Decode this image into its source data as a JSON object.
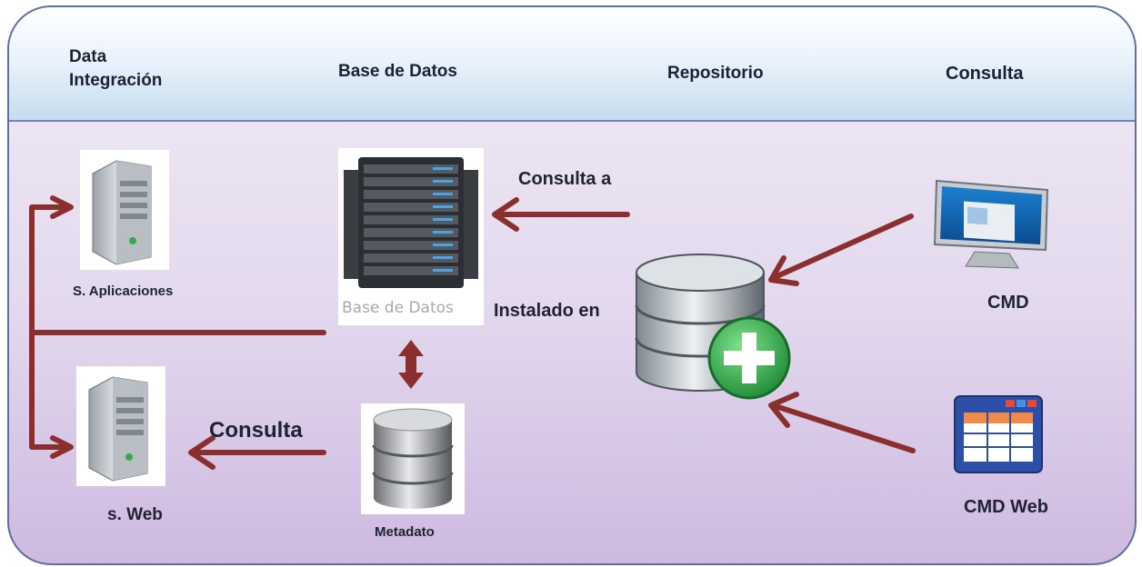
{
  "header": {
    "col1_line1": "Data",
    "col1_line2": "Integración",
    "col2": "Base de Datos",
    "col3": "Repositorio",
    "col4": "Consulta"
  },
  "nodes": {
    "app_server": "S. Aplicaciones",
    "web_server": "s. Web",
    "database_caption": "Base de Datos",
    "metadata": "Metadato",
    "cmd": "CMD",
    "cmd_web": "CMD Web"
  },
  "edge_labels": {
    "consulta_a": "Consulta a",
    "instalado_en": "Instalado en",
    "consulta": "Consulta"
  },
  "colors": {
    "arrow": "#8b2e2e",
    "header_border": "#5b6fa3",
    "plus_green": "#2fa84a"
  },
  "icons": [
    "server-icon",
    "server-rack-icon",
    "database-icon",
    "database-plus-icon",
    "monitor-icon",
    "web-window-icon"
  ]
}
